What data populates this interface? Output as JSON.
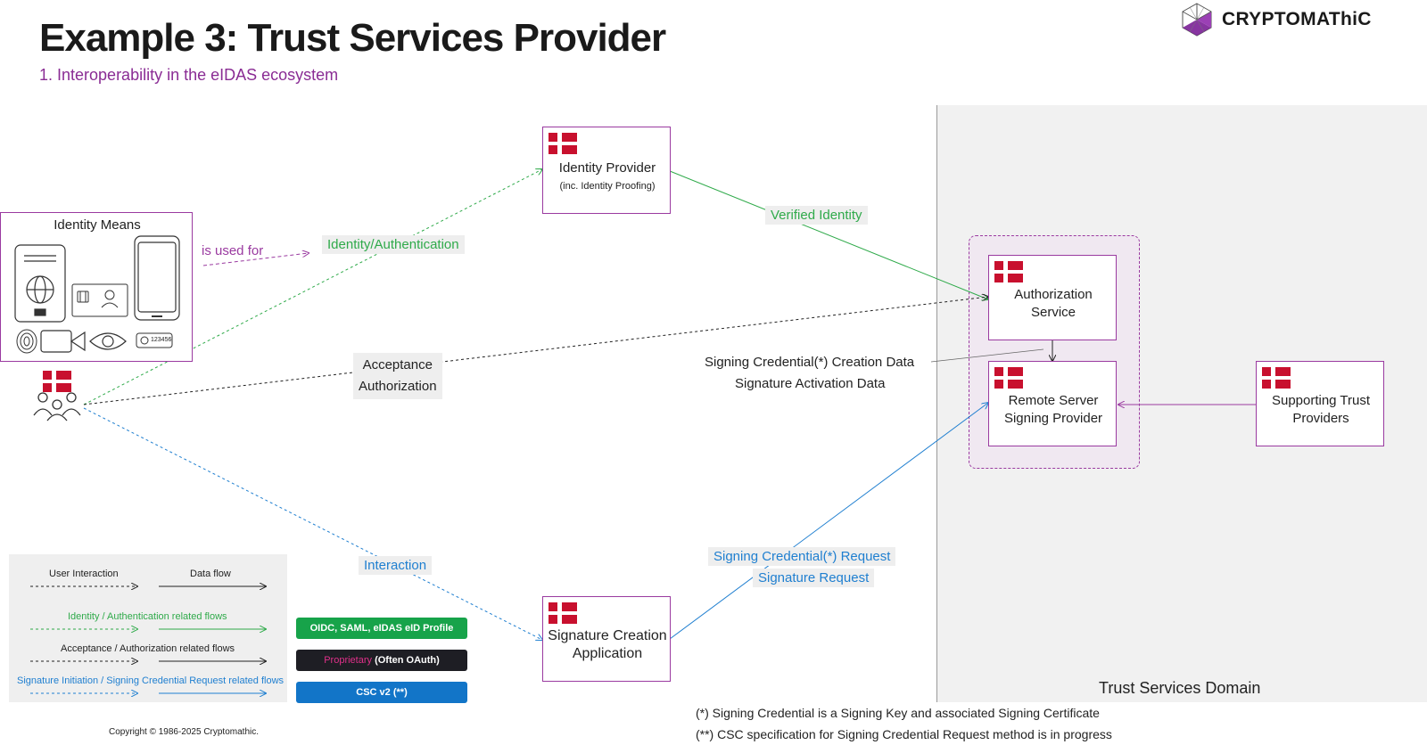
{
  "header": {
    "title": "Example 3: Trust Services Provider",
    "subtitle": "1. Interoperability in the eIDAS ecosystem",
    "brand": "CRYPTOMAThiC"
  },
  "colors": {
    "brand_purple": "#9a3aa0",
    "identity_flow": "#2faa4a",
    "acceptance_flow": "#222222",
    "signature_flow": "#1f7fd0",
    "flag_red": "#c8102e"
  },
  "nodes": {
    "identity_means": "Identity Means",
    "identity_means_icons": [
      "passport-icon",
      "phone-icon",
      "id-card-icon",
      "fingerprint-icon",
      "camera-icon",
      "eye-icon",
      "otp-token-icon"
    ],
    "otp_code": "123456",
    "identity_provider": "Identity Provider",
    "identity_provider_sub": "(inc. Identity Proofing)",
    "authorization_service": "Authorization Service",
    "remote_server": "Remote Server Signing Provider",
    "supporting": "Supporting Trust Providers",
    "signature_app": "Signature Creation Application",
    "users_icon": "users-icon"
  },
  "labels": {
    "is_used_for": "is used for",
    "identity_auth": "Identity/Authentication",
    "verified_identity": "Verified Identity",
    "acceptance_1": "Acceptance",
    "acceptance_2": "Authorization",
    "signing_cred_creation": "Signing Credential(*) Creation Data",
    "signature_activation": "Signature Activation Data",
    "interaction": "Interaction",
    "signing_cred_request": "Signing Credential(*) Request",
    "signature_request": "Signature Request"
  },
  "domain": {
    "label": "Trust Services Domain"
  },
  "legend": {
    "user_interaction": "User Interaction",
    "data_flow": "Data flow",
    "identity_flows": "Identity / Authentication related flows",
    "acceptance_flows": "Acceptance / Authorization related flows",
    "signature_flows": "Signature Initiation / Signing Credential Request related flows",
    "pill_green": "OIDC, SAML, eIDAS eID Profile",
    "pill_dark_highlight": "Proprietary",
    "pill_dark_rest": " (Often OAuth)",
    "pill_blue": "CSC v2 (**)"
  },
  "footnotes": {
    "note1": "(*) Signing Credential is a Signing Key and associated Signing Certificate",
    "note2": "(**) CSC specification for Signing Credential Request method is in progress"
  },
  "copyright": "Copyright © 1986-2025 Cryptomathic."
}
